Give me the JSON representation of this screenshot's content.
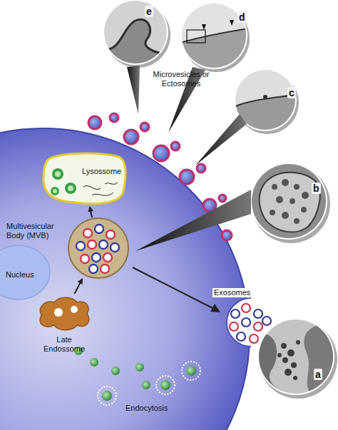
{
  "diagram": {
    "nodes": [
      {
        "text": [
          "Lysossome"
        ]
      },
      {
        "text": [
          "Multivesicular Body (MVB)"
        ]
      },
      {
        "text": [
          "Nucleus"
        ]
      },
      {
        "text": [
          "Late Endossome"
        ]
      }
    ],
    "edges": [
      {
        "from": 3,
        "to": 1,
        "arrow": "to"
      },
      {
        "from": 1,
        "to": 0,
        "arrow": "to"
      }
    ],
    "labels": [
      "Microvesicles or Ectosomes",
      "Exosomes",
      "Endocytosis",
      "a",
      "b",
      "c",
      "d",
      "e"
    ]
  }
}
